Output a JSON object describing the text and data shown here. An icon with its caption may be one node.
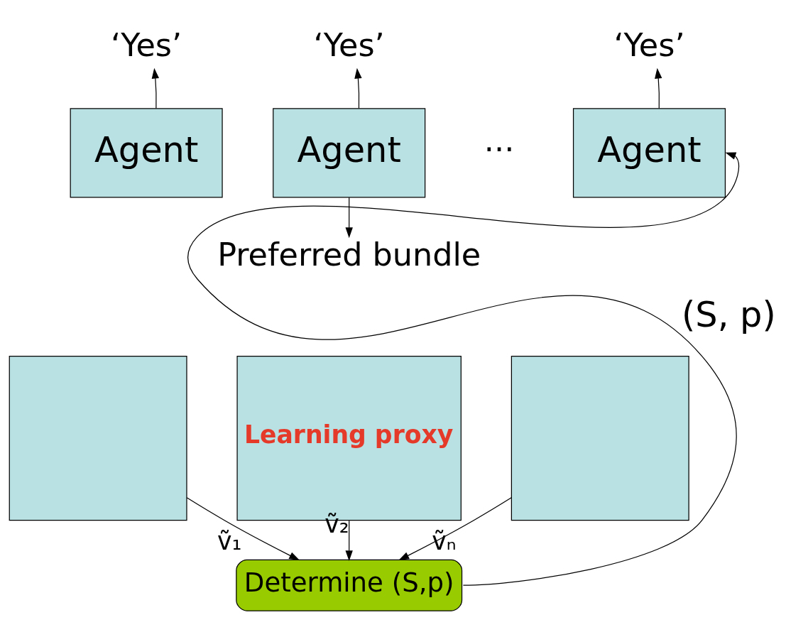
{
  "diagram": {
    "nodes": [
      {
        "text": [
          "‘Yes’"
        ]
      },
      {
        "text": [
          "‘Yes’"
        ]
      },
      {
        "text": [
          "‘Yes’"
        ]
      },
      {
        "text": [
          "Agent"
        ]
      },
      {
        "text": [
          "Agent"
        ]
      },
      {
        "text": [
          "Agent"
        ]
      },
      {
        "text": [
          "Preferred bundle"
        ]
      },
      {
        "text": [],
        "shape": "box"
      },
      {
        "text": [
          "Learning proxy"
        ]
      },
      {
        "text": [],
        "shape": "box"
      },
      {
        "text": [
          "Determine (S,p)"
        ]
      }
    ],
    "edges": [
      {
        "from": 3,
        "to": 0,
        "arrow": "to"
      },
      {
        "from": 4,
        "to": 1,
        "arrow": "to"
      },
      {
        "from": 5,
        "to": 2,
        "arrow": "to"
      },
      {
        "from": 4,
        "to": 6,
        "arrow": "to"
      },
      {
        "from": 7,
        "to": 10,
        "arrow": "to",
        "label": "ṽ₁"
      },
      {
        "from": 8,
        "to": 10,
        "arrow": "to",
        "label": "ṽ₂"
      },
      {
        "from": 9,
        "to": 10,
        "arrow": "to",
        "label": "ṽₙ"
      },
      {
        "from": 10,
        "to": 5,
        "arrow": "to",
        "label": "(S, p)"
      }
    ],
    "labels": [
      "···"
    ]
  }
}
